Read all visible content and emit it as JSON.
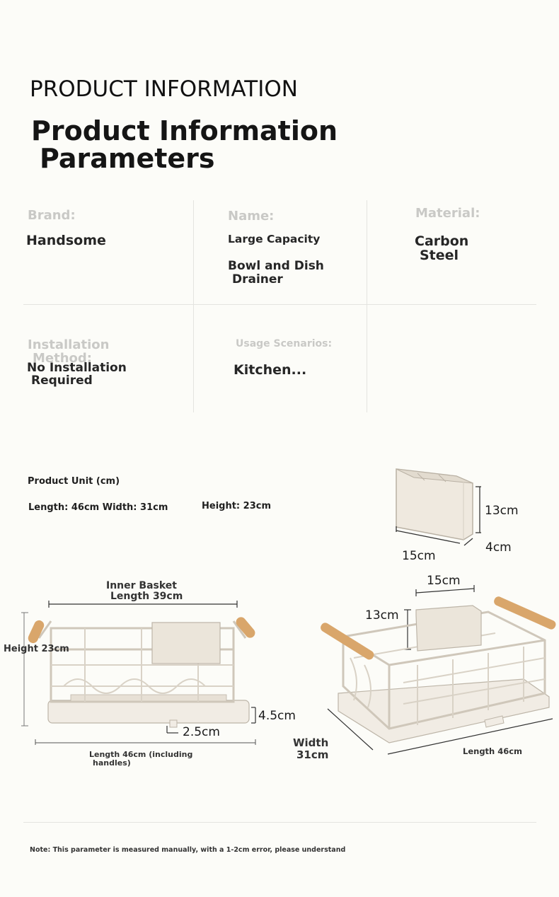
{
  "header": {
    "eyebrow": "PRODUCT INFORMATION",
    "title_line1": "Product Information",
    "title_line2": "Parameters"
  },
  "params": {
    "brand_label": "Brand:",
    "brand_value": "Handsome",
    "name_label": "Name:",
    "name_value_1": "Large Capacity",
    "name_value_2": "Bowl and Dish",
    "name_value_3": "Drainer",
    "material_label": "Material:",
    "material_value_1": "Carbon",
    "material_value_2": "Steel",
    "install_label_1": "Installation",
    "install_label_2": "Method:",
    "install_value_1": "No Installation",
    "install_value_2": "Required",
    "usage_label": "Usage Scenarios:",
    "usage_value": "Kitchen..."
  },
  "unit": {
    "title": "Product Unit (cm)",
    "length_width": "Length: 46cm Width: 31cm",
    "height": "Height: 23cm"
  },
  "cup": {
    "height": "13cm",
    "width": "15cm",
    "depth": "4cm"
  },
  "front": {
    "inner_1": "Inner Basket",
    "inner_2": "Length 39cm",
    "height": "Height 23cm",
    "tray": "4.5cm",
    "foot": "2.5cm",
    "length_1": "Length 46cm (including",
    "length_2": "handles)"
  },
  "persp": {
    "cup_width": "15cm",
    "cup_height": "13cm",
    "width_1": "Width",
    "width_2": "31cm",
    "length": "Length 46cm"
  },
  "note": "Note: This parameter is measured manually, with a 1-2cm error, please understand",
  "colors": {
    "product": "#efe9df",
    "product_edge": "#b9b1a4",
    "wood": "#d9a66b",
    "label_gray": "#c9c9c6"
  }
}
